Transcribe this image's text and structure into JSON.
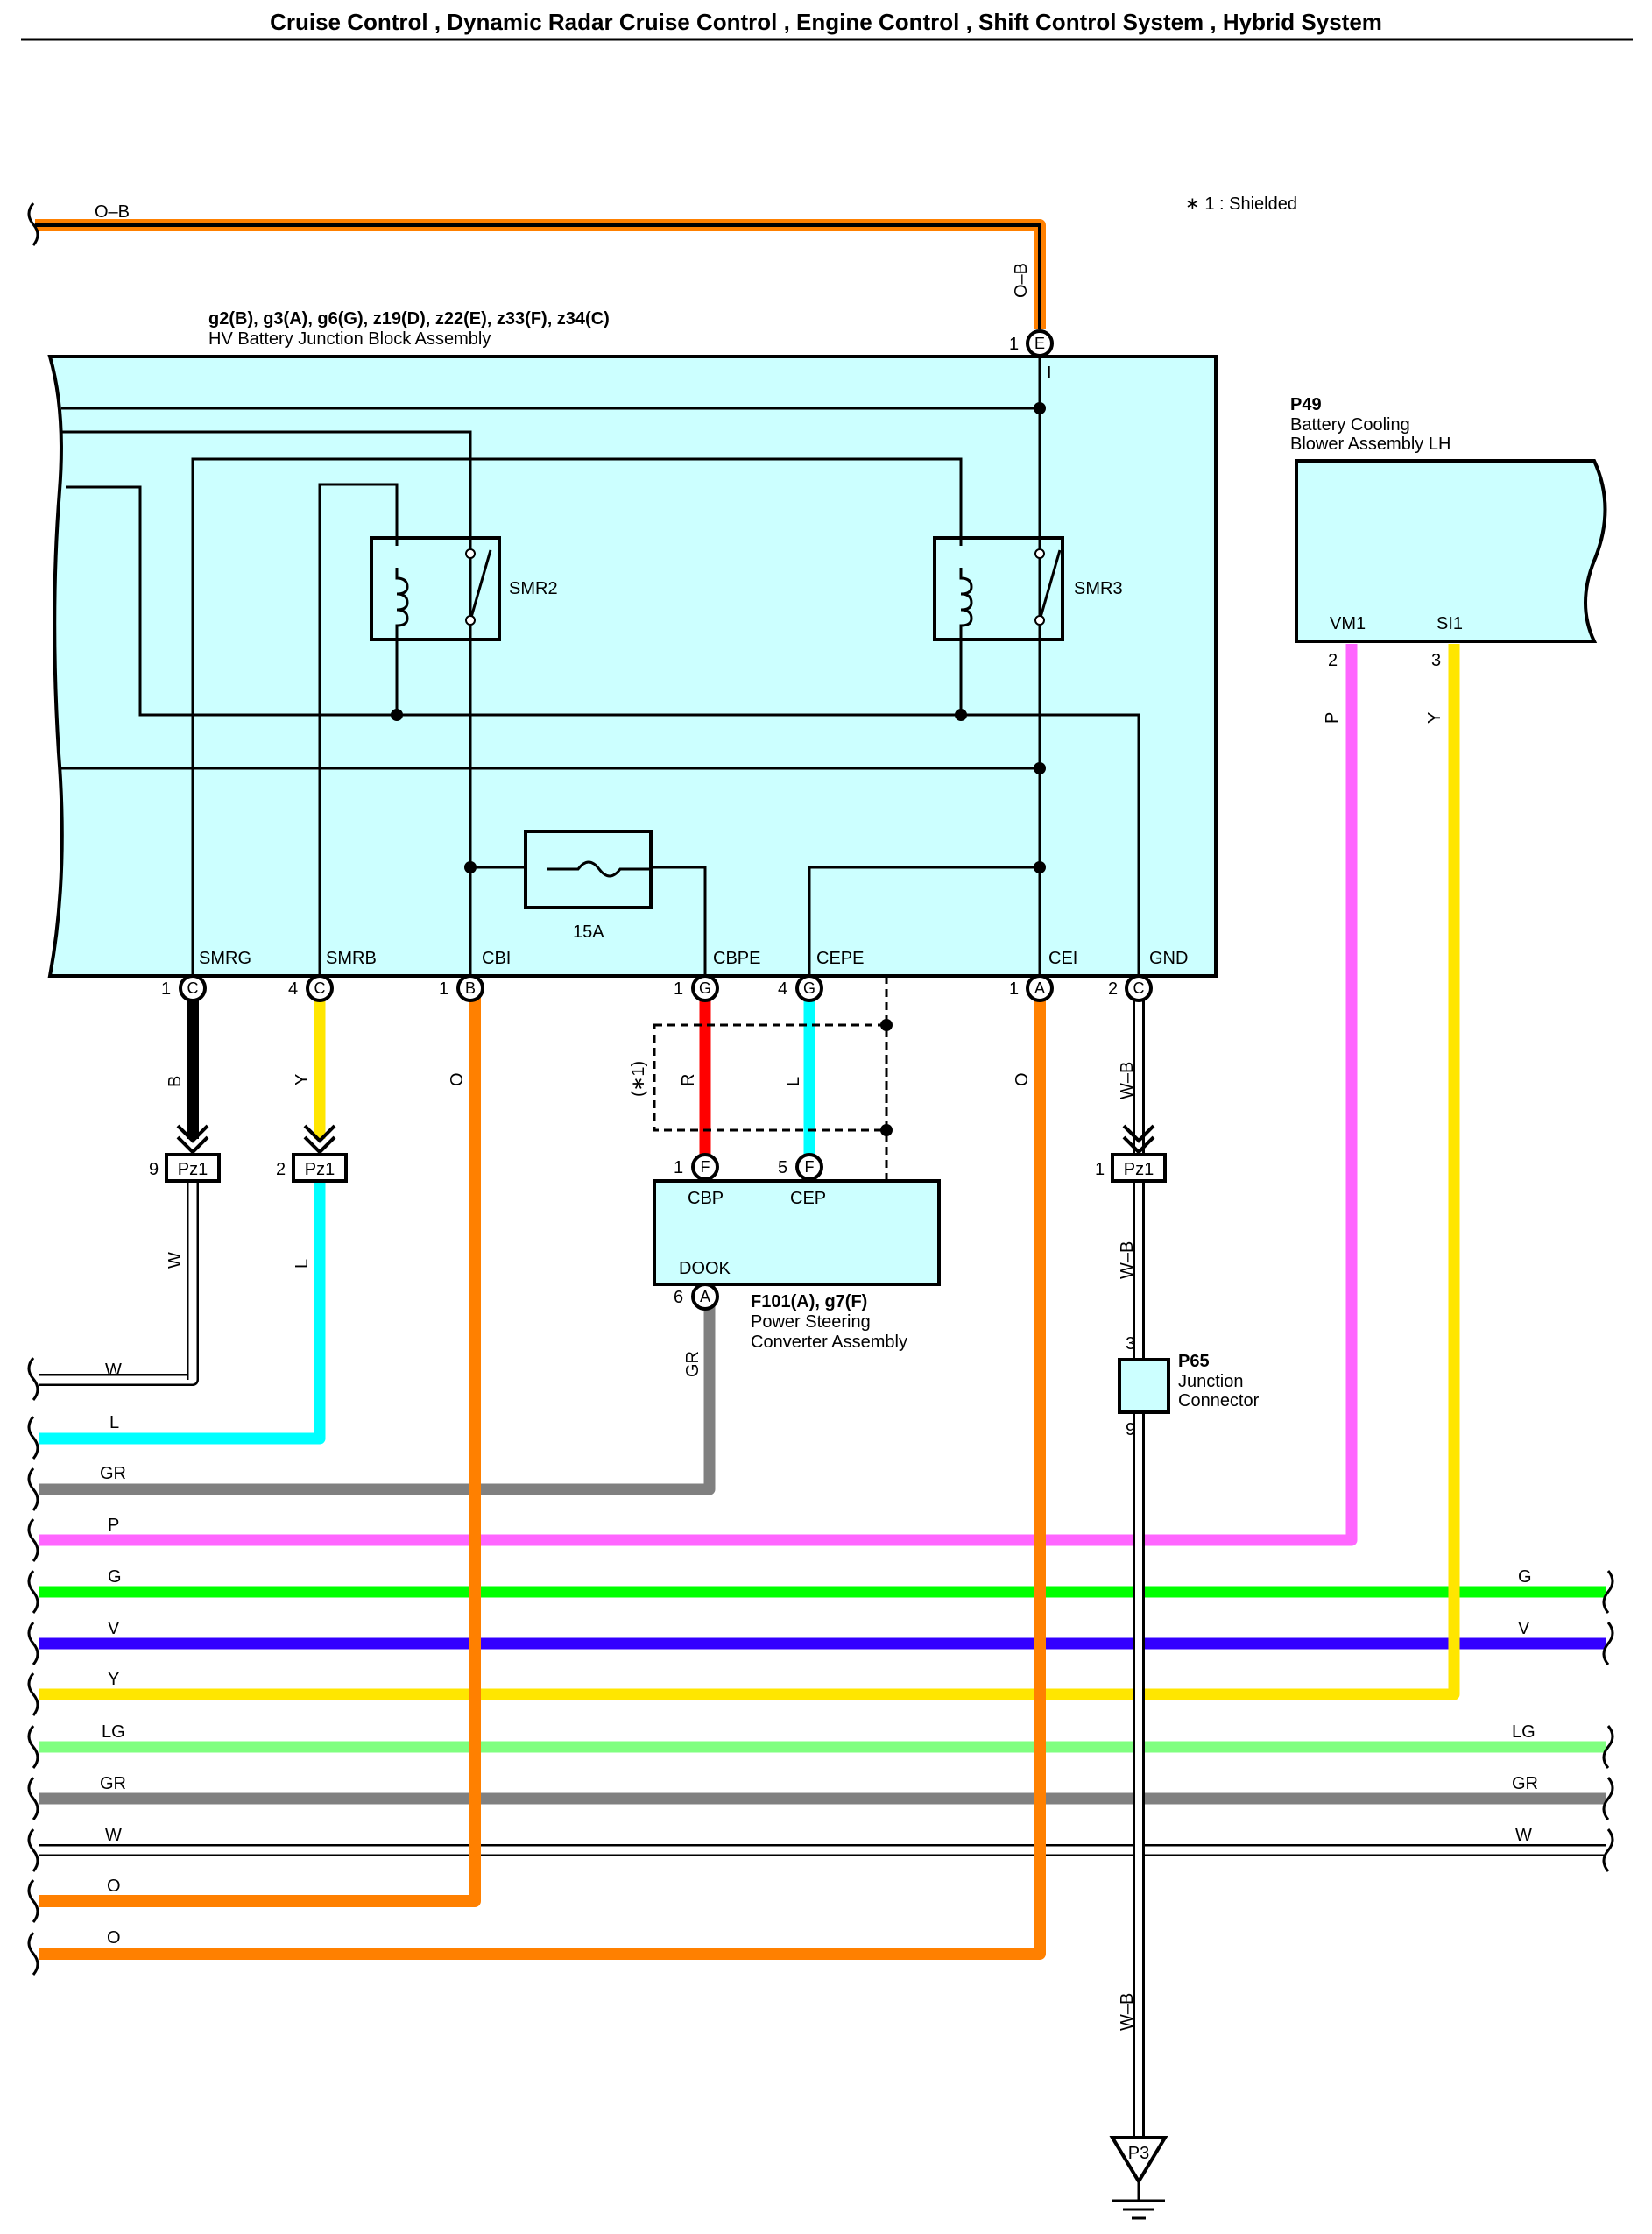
{
  "header": {
    "title": "Cruise Control , Dynamic Radar Cruise Control , Engine Control , Shift Control System , Hybrid System"
  },
  "note": "∗ 1 : Shielded",
  "top_wire": {
    "label": "O–B",
    "vertical_label": "O–B",
    "pin": "1",
    "connector": "E"
  },
  "junction_block": {
    "codes": "g2(B), g3(A), g6(G), z19(D), z22(E), z33(F), z34(C)",
    "name": "HV Battery Junction Block Assembly",
    "relays": [
      "SMR2",
      "SMR3"
    ],
    "fuse": "15A",
    "terminals": [
      {
        "label": "SMRG",
        "pin": "1",
        "connector": "C"
      },
      {
        "label": "SMRB",
        "pin": "4",
        "connector": "C"
      },
      {
        "label": "CBI",
        "pin": "1",
        "connector": "B"
      },
      {
        "label": "CBPE",
        "pin": "1",
        "connector": "G"
      },
      {
        "label": "CEPE",
        "pin": "4",
        "connector": "G"
      },
      {
        "label": "CEI",
        "pin": "1",
        "connector": "A"
      },
      {
        "label": "GND",
        "pin": "2",
        "connector": "C"
      }
    ]
  },
  "blower": {
    "code": "P49",
    "name_line1": "Battery Cooling",
    "name_line2": "Blower Assembly LH",
    "terminals": [
      {
        "label": "VM1",
        "pin": "2",
        "wire": "P"
      },
      {
        "label": "SI1",
        "pin": "3",
        "wire": "Y"
      }
    ]
  },
  "drop_wires": [
    "B",
    "Y",
    "O",
    "R",
    "L",
    "O",
    "W–B"
  ],
  "shield_label": "(∗1)",
  "pz1_connectors": [
    {
      "pin": "9",
      "label": "Pz1",
      "wire": "W"
    },
    {
      "pin": "2",
      "label": "Pz1",
      "wire": "L"
    },
    {
      "pin": "1",
      "label": "Pz1",
      "wire": "W–B"
    }
  ],
  "converter": {
    "code": "F101(A), g7(F)",
    "name_line1": "Power Steering",
    "name_line2": "Converter Assembly",
    "terminals": [
      {
        "label": "CBP",
        "pin": "1",
        "connector": "F"
      },
      {
        "label": "CEP",
        "pin": "5",
        "connector": "F"
      },
      {
        "label": "DOOK",
        "pin": "6",
        "connector": "A"
      }
    ],
    "dook_wire": "GR"
  },
  "junction_connector": {
    "code": "P65",
    "name_line1": "Junction",
    "name_line2": "Connector",
    "pin_top": "3",
    "pin_bottom": "9"
  },
  "ground": {
    "label": "P3",
    "wire": "W–B"
  },
  "bus_left": [
    "W",
    "L",
    "GR",
    "P",
    "G",
    "V",
    "Y",
    "LG",
    "GR",
    "W",
    "O",
    "O"
  ],
  "bus_right": [
    "G",
    "V",
    "LG",
    "GR",
    "W"
  ],
  "colors": {
    "orange": "#ff8000",
    "black": "#000000",
    "yellow": "#ffe600",
    "cyan": "#00ffff",
    "red": "#ff0000",
    "gray": "#808080",
    "pink": "#ff66ff",
    "green": "#00ff00",
    "violet": "#3300ff",
    "lightgreen": "#80ff80",
    "white": "#ffffff",
    "box": "#ccffff"
  }
}
